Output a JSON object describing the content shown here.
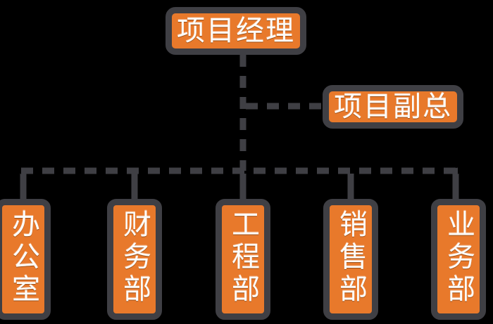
{
  "diagram": {
    "type": "organization-chart",
    "title_text": "",
    "background_color": "#000000",
    "node_fill_color": "#e8792b",
    "node_border_color": "#3f3f44",
    "node_text_color": "#fdfdfb",
    "connector_color": "#3f3f44",
    "connector_style": "dashed",
    "nodes": [
      {
        "id": "manager",
        "label": "项目经理",
        "orientation": "horizontal",
        "level": 1
      },
      {
        "id": "deputy",
        "label": "项目副总",
        "orientation": "horizontal",
        "level": 2
      },
      {
        "id": "office",
        "label": "办公室",
        "orientation": "vertical",
        "level": 3
      },
      {
        "id": "finance",
        "label": "财务部",
        "orientation": "vertical",
        "level": 3
      },
      {
        "id": "engineering",
        "label": "工程部",
        "orientation": "vertical",
        "level": 3
      },
      {
        "id": "sales",
        "label": "销售部",
        "orientation": "vertical",
        "level": 3
      },
      {
        "id": "business",
        "label": "业务部",
        "orientation": "vertical",
        "level": 3
      }
    ],
    "edges": [
      {
        "from": "manager",
        "to": "deputy",
        "style": "dashed"
      },
      {
        "from": "manager",
        "to": "office",
        "style": "dashed"
      },
      {
        "from": "manager",
        "to": "finance",
        "style": "dashed"
      },
      {
        "from": "manager",
        "to": "engineering",
        "style": "dashed"
      },
      {
        "from": "manager",
        "to": "sales",
        "style": "dashed"
      },
      {
        "from": "manager",
        "to": "business",
        "style": "dashed"
      }
    ]
  }
}
